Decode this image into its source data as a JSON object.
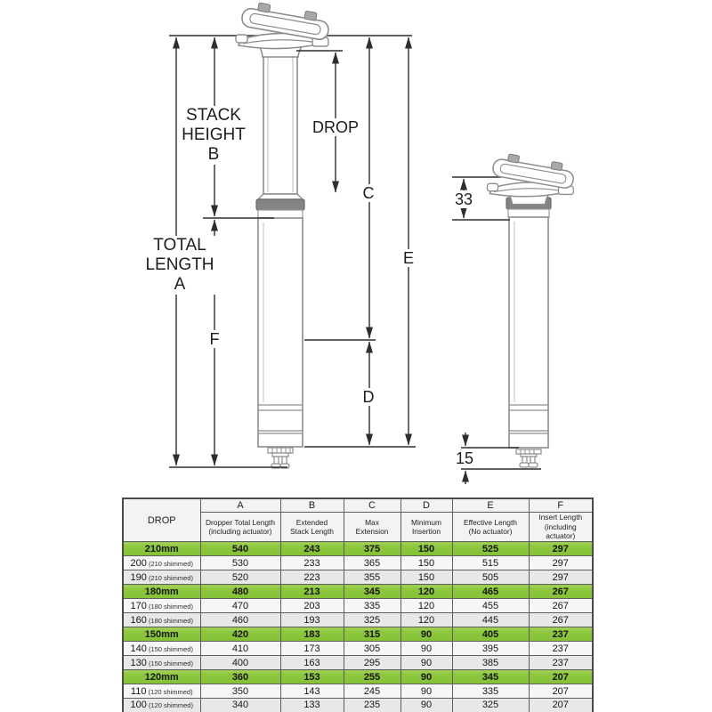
{
  "colors": {
    "highlight_green": "#8dc63f",
    "collar_gray": "#848484",
    "art_gray": "#8d8d8d",
    "dim_line": "#2e2e2e"
  },
  "diagram": {
    "total_length": {
      "line1": "TOTAL",
      "line2": "LENGTH",
      "letter": "A"
    },
    "stack_height": {
      "line1": "STACK",
      "line2": "HEIGHT",
      "letter": "B"
    },
    "drop_label": "DROP",
    "max_extension_letter": "C",
    "min_insertion_letter": "D",
    "effective_length_letter": "E",
    "insert_length_letter": "F",
    "compressed_stack_mm": "33",
    "actuator_below_mm": "15"
  },
  "table": {
    "corner_label": "DROP",
    "columns": [
      {
        "letter": "A",
        "description": "Dropper Total Length\n(including actuator)"
      },
      {
        "letter": "B",
        "description": "Extended\nStack Length"
      },
      {
        "letter": "C",
        "description": "Max\nExtension"
      },
      {
        "letter": "D",
        "description": "Minimum\nInsertion"
      },
      {
        "letter": "E",
        "description": "Effective Length\n(No actuator)"
      },
      {
        "letter": "F",
        "description": "Insert Length\n(including actuator)"
      }
    ],
    "rows": [
      {
        "drop": "210mm",
        "shim": "",
        "highlighted": true,
        "values": [
          "540",
          "243",
          "375",
          "150",
          "525",
          "297"
        ]
      },
      {
        "drop": "200",
        "shim": "(210 shimmed)",
        "highlighted": false,
        "values": [
          "530",
          "233",
          "365",
          "150",
          "515",
          "297"
        ]
      },
      {
        "drop": "190",
        "shim": "(210 shimmed)",
        "highlighted": false,
        "values": [
          "520",
          "223",
          "355",
          "150",
          "505",
          "297"
        ]
      },
      {
        "drop": "180mm",
        "shim": "",
        "highlighted": true,
        "values": [
          "480",
          "213",
          "345",
          "120",
          "465",
          "267"
        ]
      },
      {
        "drop": "170",
        "shim": "(180 shimmed)",
        "highlighted": false,
        "values": [
          "470",
          "203",
          "335",
          "120",
          "455",
          "267"
        ]
      },
      {
        "drop": "160",
        "shim": "(180 shimmed)",
        "highlighted": false,
        "values": [
          "460",
          "193",
          "325",
          "120",
          "445",
          "267"
        ]
      },
      {
        "drop": "150mm",
        "shim": "",
        "highlighted": true,
        "values": [
          "420",
          "183",
          "315",
          "90",
          "405",
          "237"
        ]
      },
      {
        "drop": "140",
        "shim": "(150 shimmed)",
        "highlighted": false,
        "values": [
          "410",
          "173",
          "305",
          "90",
          "395",
          "237"
        ]
      },
      {
        "drop": "130",
        "shim": "(150 shimmed)",
        "highlighted": false,
        "values": [
          "400",
          "163",
          "295",
          "90",
          "385",
          "237"
        ]
      },
      {
        "drop": "120mm",
        "shim": "",
        "highlighted": true,
        "values": [
          "360",
          "153",
          "255",
          "90",
          "345",
          "207"
        ]
      },
      {
        "drop": "110",
        "shim": "(120 shimmed)",
        "highlighted": false,
        "values": [
          "350",
          "143",
          "245",
          "90",
          "335",
          "207"
        ]
      },
      {
        "drop": "100",
        "shim": "(120 shimmed)",
        "highlighted": false,
        "values": [
          "340",
          "133",
          "235",
          "90",
          "325",
          "207"
        ]
      }
    ]
  }
}
